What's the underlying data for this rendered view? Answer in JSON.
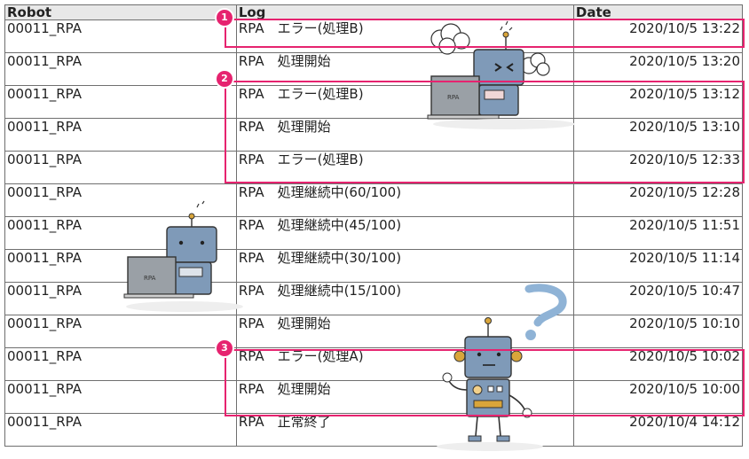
{
  "table": {
    "headers": {
      "robot": "Robot",
      "log": "Log",
      "date": "Date"
    },
    "rows": [
      {
        "robot": "00011_RPA",
        "log": "RPA　エラー(処理B)",
        "date": "2020/10/5 13:22"
      },
      {
        "robot": "00011_RPA",
        "log": "RPA　処理開始",
        "date": "2020/10/5 13:20"
      },
      {
        "robot": "00011_RPA",
        "log": "RPA　エラー(処理B)",
        "date": "2020/10/5 13:12"
      },
      {
        "robot": "00011_RPA",
        "log": "RPA　処理開始",
        "date": "2020/10/5 13:10"
      },
      {
        "robot": "00011_RPA",
        "log": "RPA　エラー(処理B)",
        "date": "2020/10/5 12:33"
      },
      {
        "robot": "00011_RPA",
        "log": "RPA　処理継続中(60/100)",
        "date": "2020/10/5 12:28"
      },
      {
        "robot": "00011_RPA",
        "log": "RPA　処理継続中(45/100)",
        "date": "2020/10/5 11:51"
      },
      {
        "robot": "00011_RPA",
        "log": "RPA　処理継続中(30/100)",
        "date": "2020/10/5 11:14"
      },
      {
        "robot": "00011_RPA",
        "log": "RPA　処理継続中(15/100)",
        "date": "2020/10/5 10:47"
      },
      {
        "robot": "00011_RPA",
        "log": "RPA　処理開始",
        "date": "2020/10/5 10:10"
      },
      {
        "robot": "00011_RPA",
        "log": "RPA　エラー(処理A)",
        "date": "2020/10/5 10:02"
      },
      {
        "robot": "00011_RPA",
        "log": "RPA　処理開始",
        "date": "2020/10/5 10:00"
      },
      {
        "robot": "00011_RPA",
        "log": "RPA　正常終了",
        "date": "2020/10/4 14:12"
      }
    ]
  },
  "highlights": [
    {
      "badge": "1"
    },
    {
      "badge": "2"
    },
    {
      "badge": "3"
    }
  ],
  "illustrations": {
    "laptop_label": "RPA"
  },
  "colors": {
    "highlight": "#e6236f",
    "header_bg": "#e8e8e8",
    "grid": "#6f6f6f",
    "robot_body": "#7f9ab8",
    "robot_accent": "#d9a53a"
  }
}
